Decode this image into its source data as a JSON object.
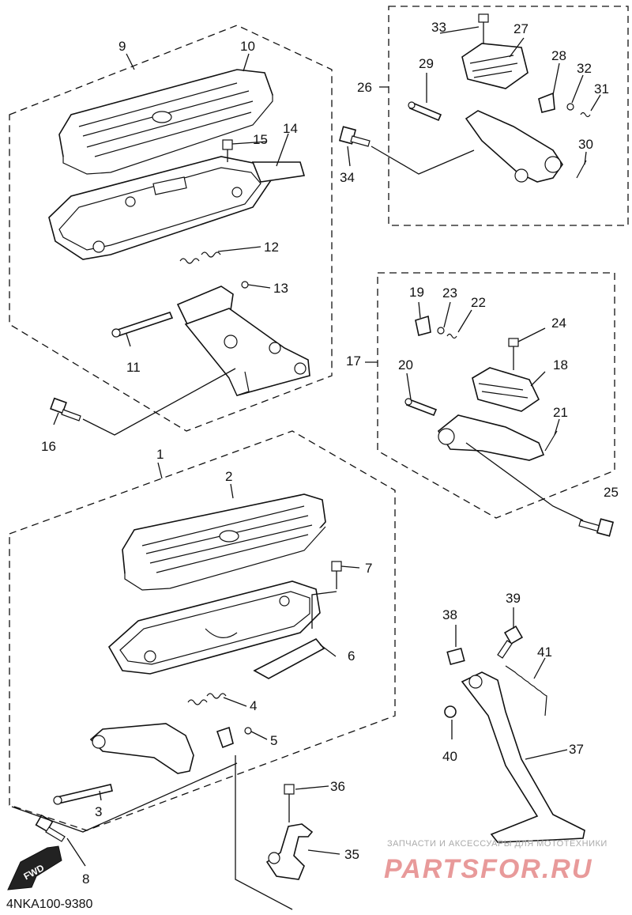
{
  "diagram_code": "4NKA100-9380",
  "fwd_label": "FWD",
  "watermark": {
    "top": "ЗАПЧАСТИ И АКСЕССУАРЫ ДЛЯ МОТОТЕХНИКИ",
    "main": "PARTSFOR.RU",
    "color": "#e89a9a"
  },
  "callouts": [
    "1",
    "2",
    "3",
    "4",
    "5",
    "6",
    "7",
    "8",
    "9",
    "10",
    "11",
    "12",
    "13",
    "14",
    "15",
    "16",
    "17",
    "18",
    "19",
    "20",
    "21",
    "22",
    "23",
    "24",
    "25",
    "26",
    "27",
    "28",
    "29",
    "30",
    "31",
    "32",
    "33",
    "34",
    "35",
    "36",
    "37",
    "38",
    "39",
    "40",
    "41"
  ]
}
